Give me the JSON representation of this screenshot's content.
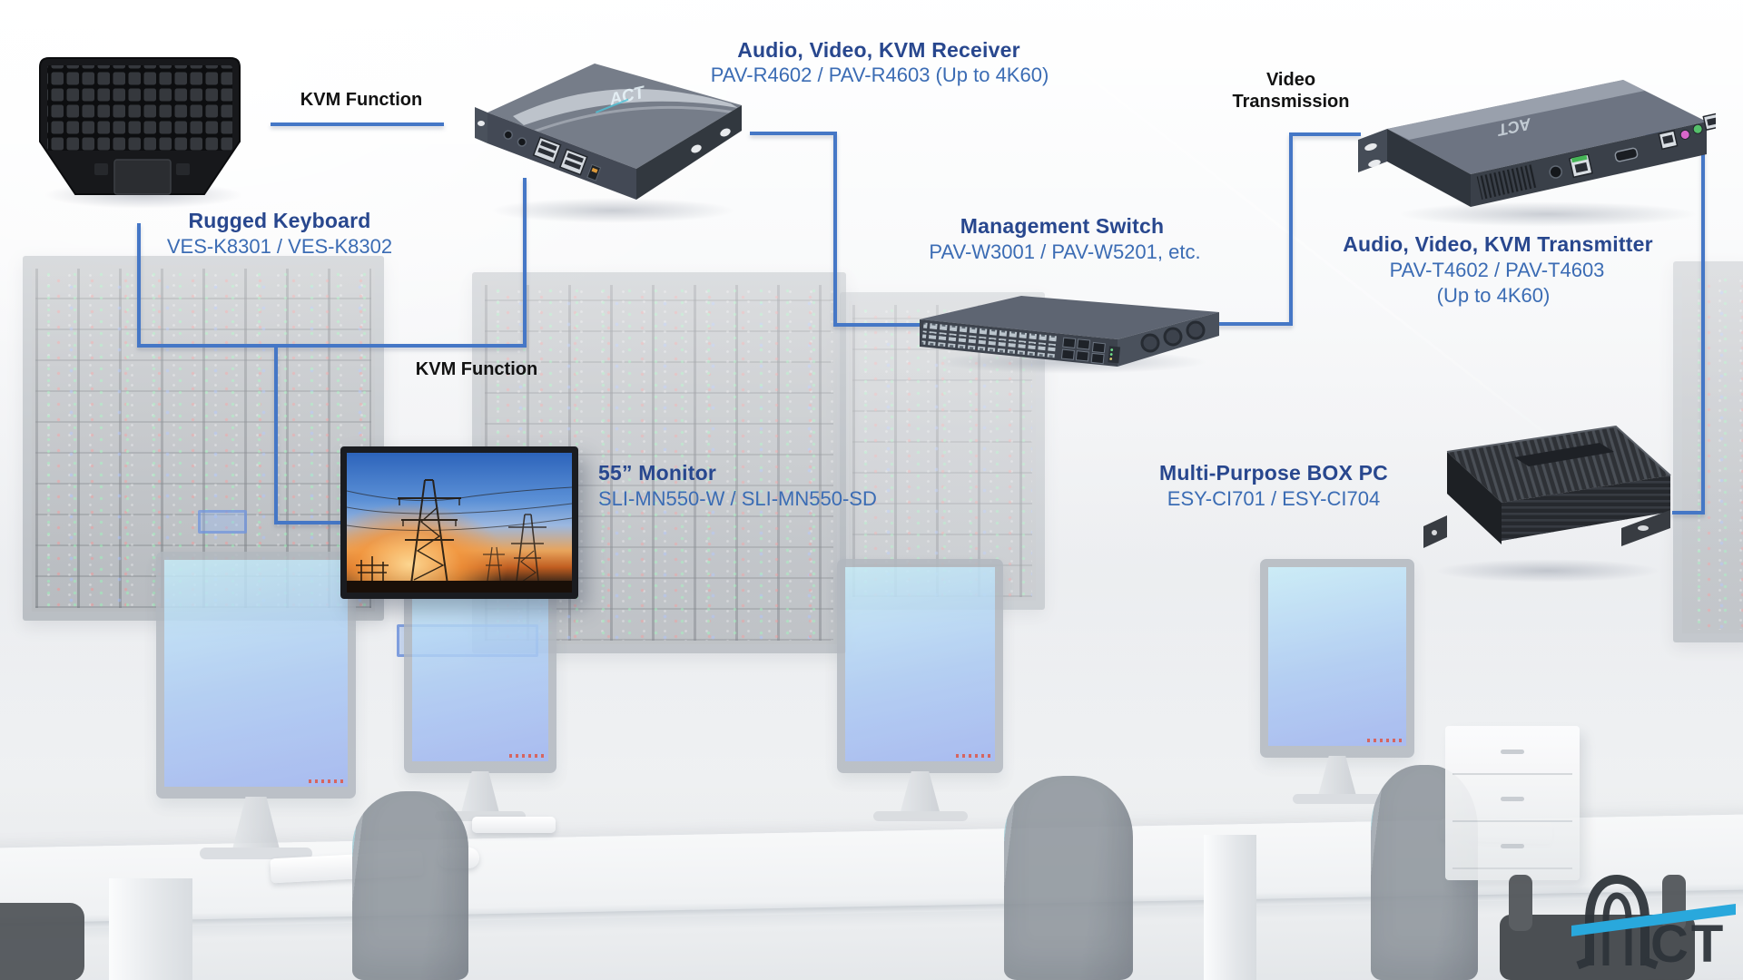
{
  "palette": {
    "title_blue": "#28478E",
    "model_blue": "#3B6CB4",
    "label_black": "#121212",
    "connector_blue": "#4577C6",
    "logo_dark": "#2E343A",
    "logo_cyan": "#29A8DC"
  },
  "connections": {
    "kvm_function_top": "KVM Function",
    "kvm_function_bottom": "KVM Function",
    "video_transmission_line1": "Video",
    "video_transmission_line2": "Transmission"
  },
  "products": {
    "rugged_keyboard": {
      "title": "Rugged Keyboard",
      "models": "VES-K8301 / VES-K8302"
    },
    "kvm_receiver": {
      "title": "Audio, Video, KVM Receiver",
      "models": "PAV-R4602 / PAV-R4603 (Up to 4K60)"
    },
    "management_switch": {
      "title": "Management Switch",
      "models": "PAV-W3001 / PAV-W5201, etc."
    },
    "kvm_transmitter": {
      "title": "Audio, Video, KVM Transmitter",
      "models_line1": "PAV-T4602 / PAV-T4603",
      "models_line2": "(Up to 4K60)"
    },
    "monitor_55": {
      "title": "55” Monitor",
      "models": "SLI-MN550-W / SLI-MN550-SD"
    },
    "box_pc": {
      "title": "Multi-Purpose BOX PC",
      "models": "ESY-CI701 / ESY-CI704"
    }
  },
  "logo": {
    "brand": "ACT",
    "visible_letters": "CT"
  }
}
